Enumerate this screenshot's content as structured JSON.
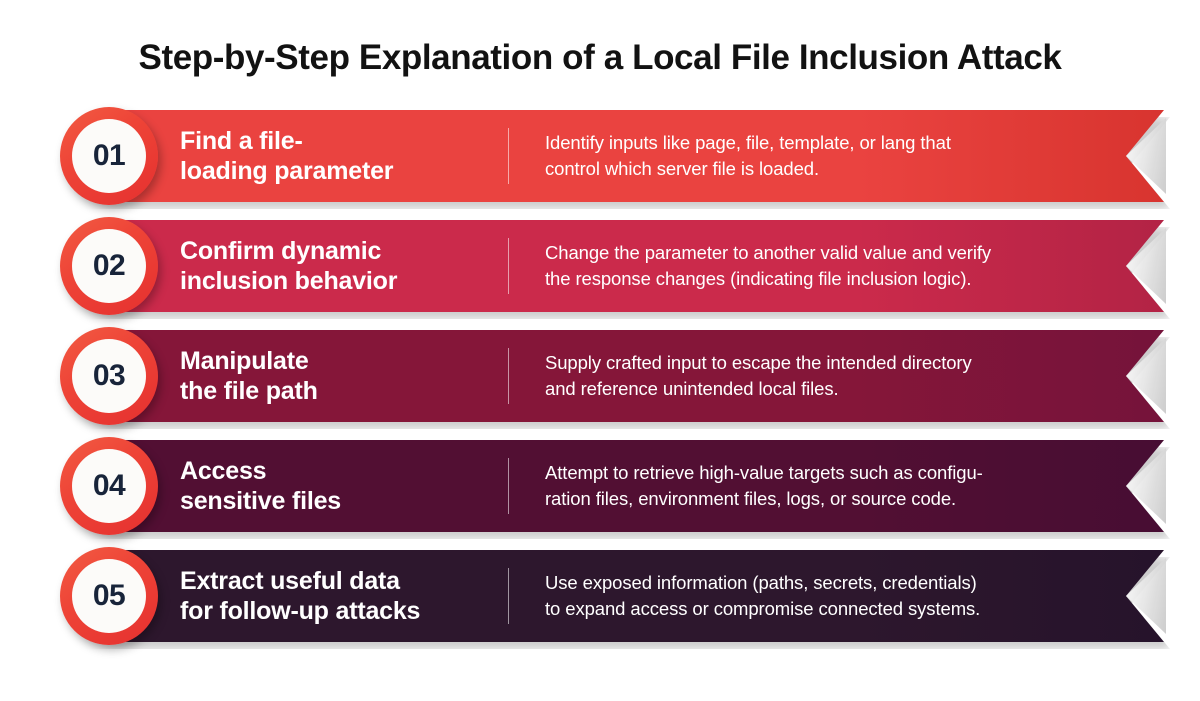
{
  "title": "Step-by-Step Explanation of a Local File Inclusion Attack",
  "theme": {
    "background": "#ffffff",
    "title_color": "#121212",
    "badge_ring": "#E5302F",
    "badge_fill": "#FCFBF9",
    "badge_text": "#18243A",
    "banner_text": "#ffffff"
  },
  "steps": [
    {
      "number": "01",
      "heading_line1": "Find a file-",
      "heading_line2": "loading parameter",
      "desc_line1": "Identify inputs like page, file, template, or lang that",
      "desc_line2": "control which server file is loaded.",
      "color_start": "#EA4340",
      "color_end": "#D8342F"
    },
    {
      "number": "02",
      "heading_line1": "Confirm dynamic",
      "heading_line2": "inclusion behavior",
      "desc_line1": "Change the parameter to another valid value and verify",
      "desc_line2": "the response changes (indicating file inclusion logic).",
      "color_start": "#CB2A4B",
      "color_end": "#B32345"
    },
    {
      "number": "03",
      "heading_line1": "Manipulate",
      "heading_line2": "the file path",
      "desc_line1": "Supply crafted input to escape the intended directory",
      "desc_line2": "and reference unintended local files.",
      "color_start": "#851639",
      "color_end": "#75133A"
    },
    {
      "number": "04",
      "heading_line1": "Access",
      "heading_line2": "sensitive files",
      "desc_line1": "Attempt to retrieve high-value targets such as configu-",
      "desc_line2": "ration files, environment files, logs, or source code.",
      "color_start": "#520F33",
      "color_end": "#470D33"
    },
    {
      "number": "05",
      "heading_line1": "Extract useful data",
      "heading_line2": "for follow-up attacks",
      "desc_line1": "Use exposed information (paths, secrets, credentials)",
      "desc_line2": "to expand access or compromise connected systems.",
      "color_start": "#2D172D",
      "color_end": "#26132B"
    }
  ]
}
